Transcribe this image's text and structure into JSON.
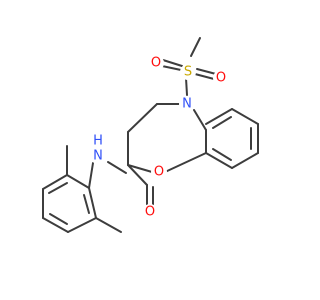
{
  "atoms": {
    "sulfur": {
      "label": "S",
      "color": "#c9a800"
    },
    "sulfonyl_oxygen_left": {
      "label": "O",
      "color": "#ff0d0d"
    },
    "sulfonyl_oxygen_right": {
      "label": "O",
      "color": "#ff0d0d"
    },
    "ring_nitrogen": {
      "label": "N",
      "color": "#3050f8"
    },
    "ring_oxygen": {
      "label": "O",
      "color": "#ff0d0d"
    },
    "amide_nitrogen": {
      "label": "N",
      "color": "#3050f8"
    },
    "amide_hydrogen": {
      "label": "H",
      "color": "#3050f8"
    },
    "carbonyl_oxygen": {
      "label": "O",
      "color": "#ff0d0d"
    }
  },
  "colors": {
    "bond": "#3d3d3d",
    "background": "#ffffff"
  }
}
